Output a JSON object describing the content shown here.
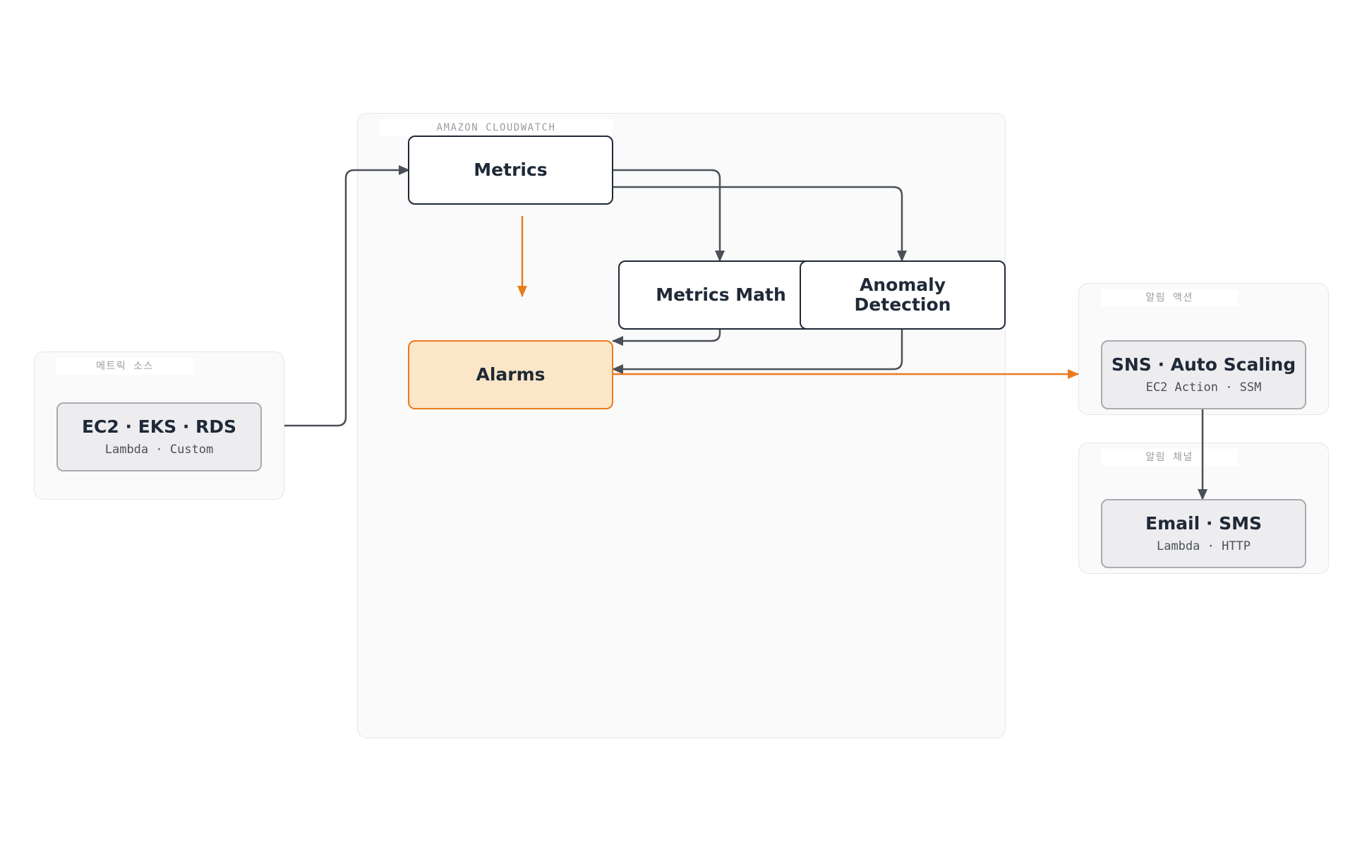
{
  "groups": {
    "cloudwatch": {
      "label": "AMAZON CLOUDWATCH"
    },
    "sources": {
      "label": "메트릭 소스"
    },
    "actions": {
      "label": "알림 액션"
    },
    "channels": {
      "label": "알림 채널"
    }
  },
  "nodes": {
    "metrics": {
      "title": "Metrics"
    },
    "metrics_math": {
      "title": "Metrics Math"
    },
    "anomaly": {
      "title": "Anomaly\nDetection"
    },
    "alarms": {
      "title": "Alarms"
    },
    "sources": {
      "title": "EC2 · EKS · RDS",
      "subtitle": "Lambda · Custom"
    },
    "sns": {
      "title": "SNS · Auto Scaling",
      "subtitle": "EC2 Action · SSM"
    },
    "email": {
      "title": "Email · SMS",
      "subtitle": "Lambda · HTTP"
    }
  },
  "colors": {
    "edge": "#4b5058",
    "accent": "#ea7b1d",
    "alarm_fill": "#fbe6c8"
  }
}
